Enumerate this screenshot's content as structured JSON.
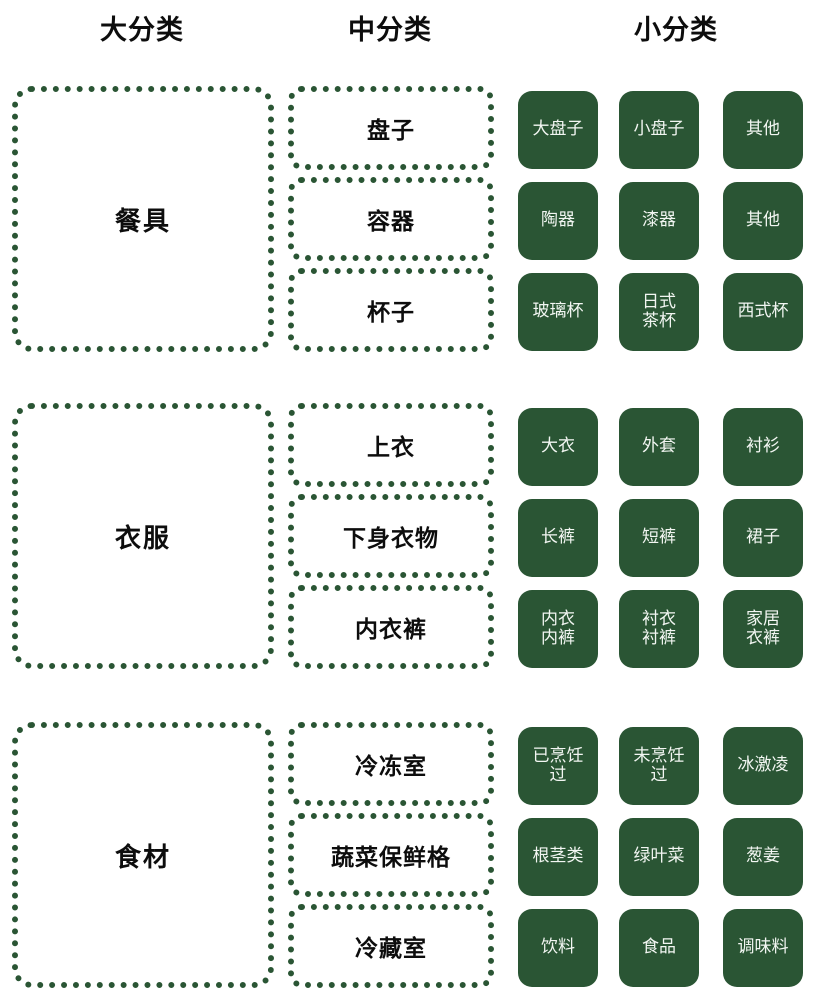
{
  "headers": {
    "major": "大分类",
    "middle": "中分类",
    "minor": "小分类"
  },
  "colors": {
    "chip_bg": "#2a5534",
    "chip_text": "#f2f6f2",
    "dotted_border": "#2a5534",
    "text": "#0d0d0d",
    "page_bg": "#ffffff"
  },
  "sections": [
    {
      "major": "餐具",
      "middles": [
        "盘子",
        "容器",
        "杯子"
      ],
      "minors": [
        [
          "大盘子",
          "小盘子",
          "其他"
        ],
        [
          "陶器",
          "漆器",
          "其他"
        ],
        [
          "玻璃杯",
          "日式\n茶杯",
          "西式杯"
        ]
      ]
    },
    {
      "major": "衣服",
      "middles": [
        "上衣",
        "下身衣物",
        "内衣裤"
      ],
      "minors": [
        [
          "大衣",
          "外套",
          "衬衫"
        ],
        [
          "长裤",
          "短裤",
          "裙子"
        ],
        [
          "内衣\n内裤",
          "衬衣\n衬裤",
          "家居\n衣裤"
        ]
      ]
    },
    {
      "major": "食材",
      "middles": [
        "冷冻室",
        "蔬菜保鲜格",
        "冷藏室"
      ],
      "minors": [
        [
          "已烹饪\n过",
          "未烹饪\n过",
          "冰激凌"
        ],
        [
          "根茎类",
          "绿叶菜",
          "葱姜"
        ],
        [
          "饮料",
          "食品",
          "调味料"
        ]
      ]
    }
  ]
}
